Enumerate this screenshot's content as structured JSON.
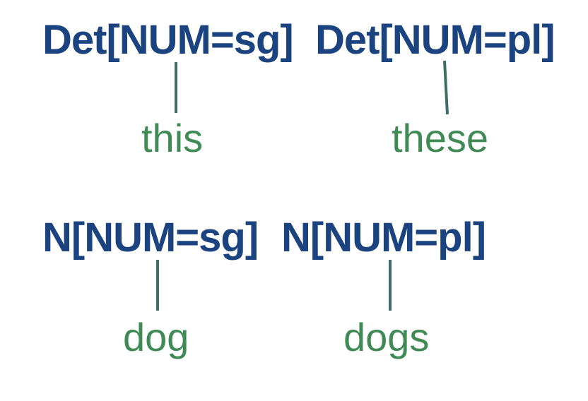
{
  "trees": [
    {
      "category": "Det[NUM=sg]",
      "word": "this"
    },
    {
      "category": "Det[NUM=pl]",
      "word": "these"
    },
    {
      "category": "N[NUM=sg]",
      "word": "dog"
    },
    {
      "category": "N[NUM=pl]",
      "word": "dogs"
    }
  ],
  "colors": {
    "category": "#1a4380",
    "word": "#3f8a55",
    "branch": "#3d6f62"
  }
}
